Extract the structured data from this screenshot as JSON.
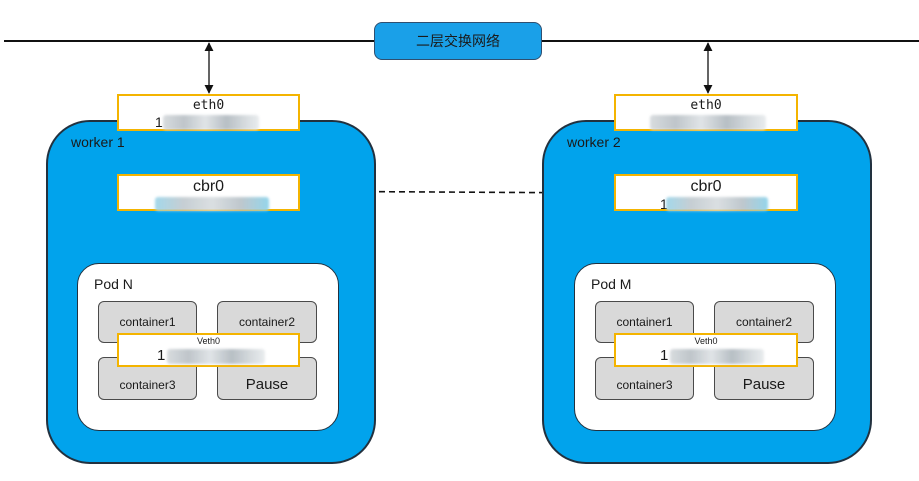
{
  "network": {
    "label": "二层交换网络"
  },
  "workers": [
    {
      "label": "worker 1",
      "eth": {
        "name": "eth0",
        "ip_visible": "1"
      },
      "bridge": {
        "name": "cbr0"
      },
      "pod": {
        "label": "Pod N",
        "containers": [
          "container1",
          "container2",
          "container3",
          "Pause"
        ],
        "veth": {
          "name": "Veth0",
          "ip_visible": "1"
        }
      }
    },
    {
      "label": "worker 2",
      "eth": {
        "name": "eth0"
      },
      "bridge": {
        "name": "cbr0",
        "ip_visible": "1"
      },
      "pod": {
        "label": "Pod M",
        "containers": [
          "container1",
          "container2",
          "container3",
          "Pause"
        ],
        "veth": {
          "name": "Veth0",
          "ip_visible": "1"
        }
      }
    }
  ]
}
